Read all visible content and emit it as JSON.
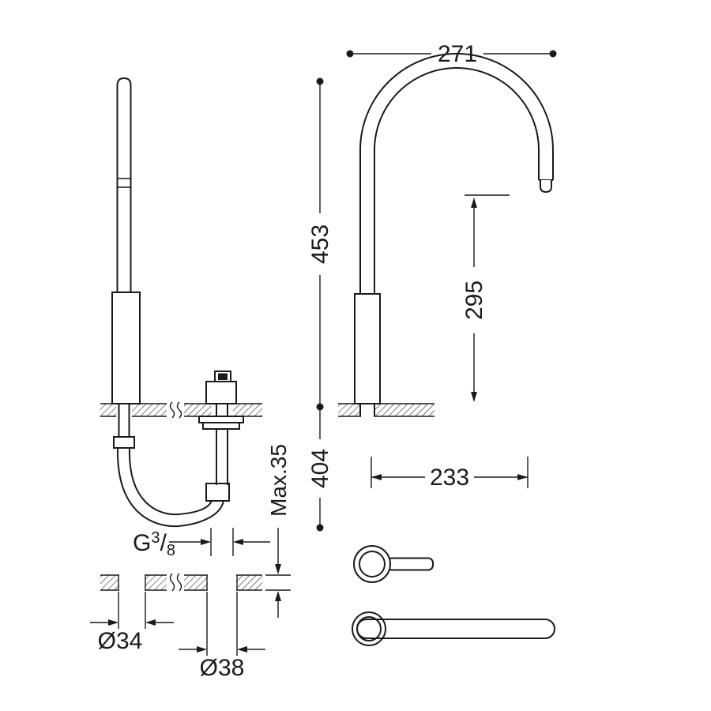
{
  "page": {
    "background": "#ffffff",
    "line_color": "#1a1a1a",
    "description": "Technical dimension drawing of a basin mixer tap (gooseneck spout, separate control handle)"
  },
  "drawing": {
    "dims": {
      "top_width": "271",
      "height_above_deck": "453",
      "spout_to_deck": "295",
      "depth_below_deck": "404",
      "spout_reach": "233",
      "max_deck_thickness": "Max.35",
      "hole_small": "Ø34",
      "hole_large": "Ø38",
      "thread_prefix": "G",
      "thread_numerator": "3",
      "thread_slash": "/",
      "thread_denominator": "8"
    }
  }
}
